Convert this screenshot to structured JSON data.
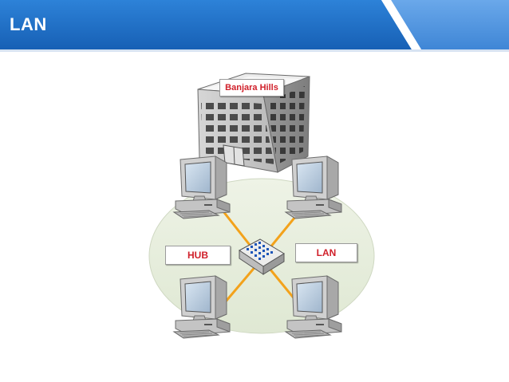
{
  "slide": {
    "title": "LAN"
  },
  "diagram": {
    "building_label": "Banjara Hills",
    "hub_label": "HUB",
    "network_label": "LAN"
  },
  "colors": {
    "header_blue": "#1f6fc5",
    "header_light": "#5b9be0",
    "network_area": "#e6eddb",
    "cable": "#f3a21b",
    "label_text": "#d0202a"
  }
}
